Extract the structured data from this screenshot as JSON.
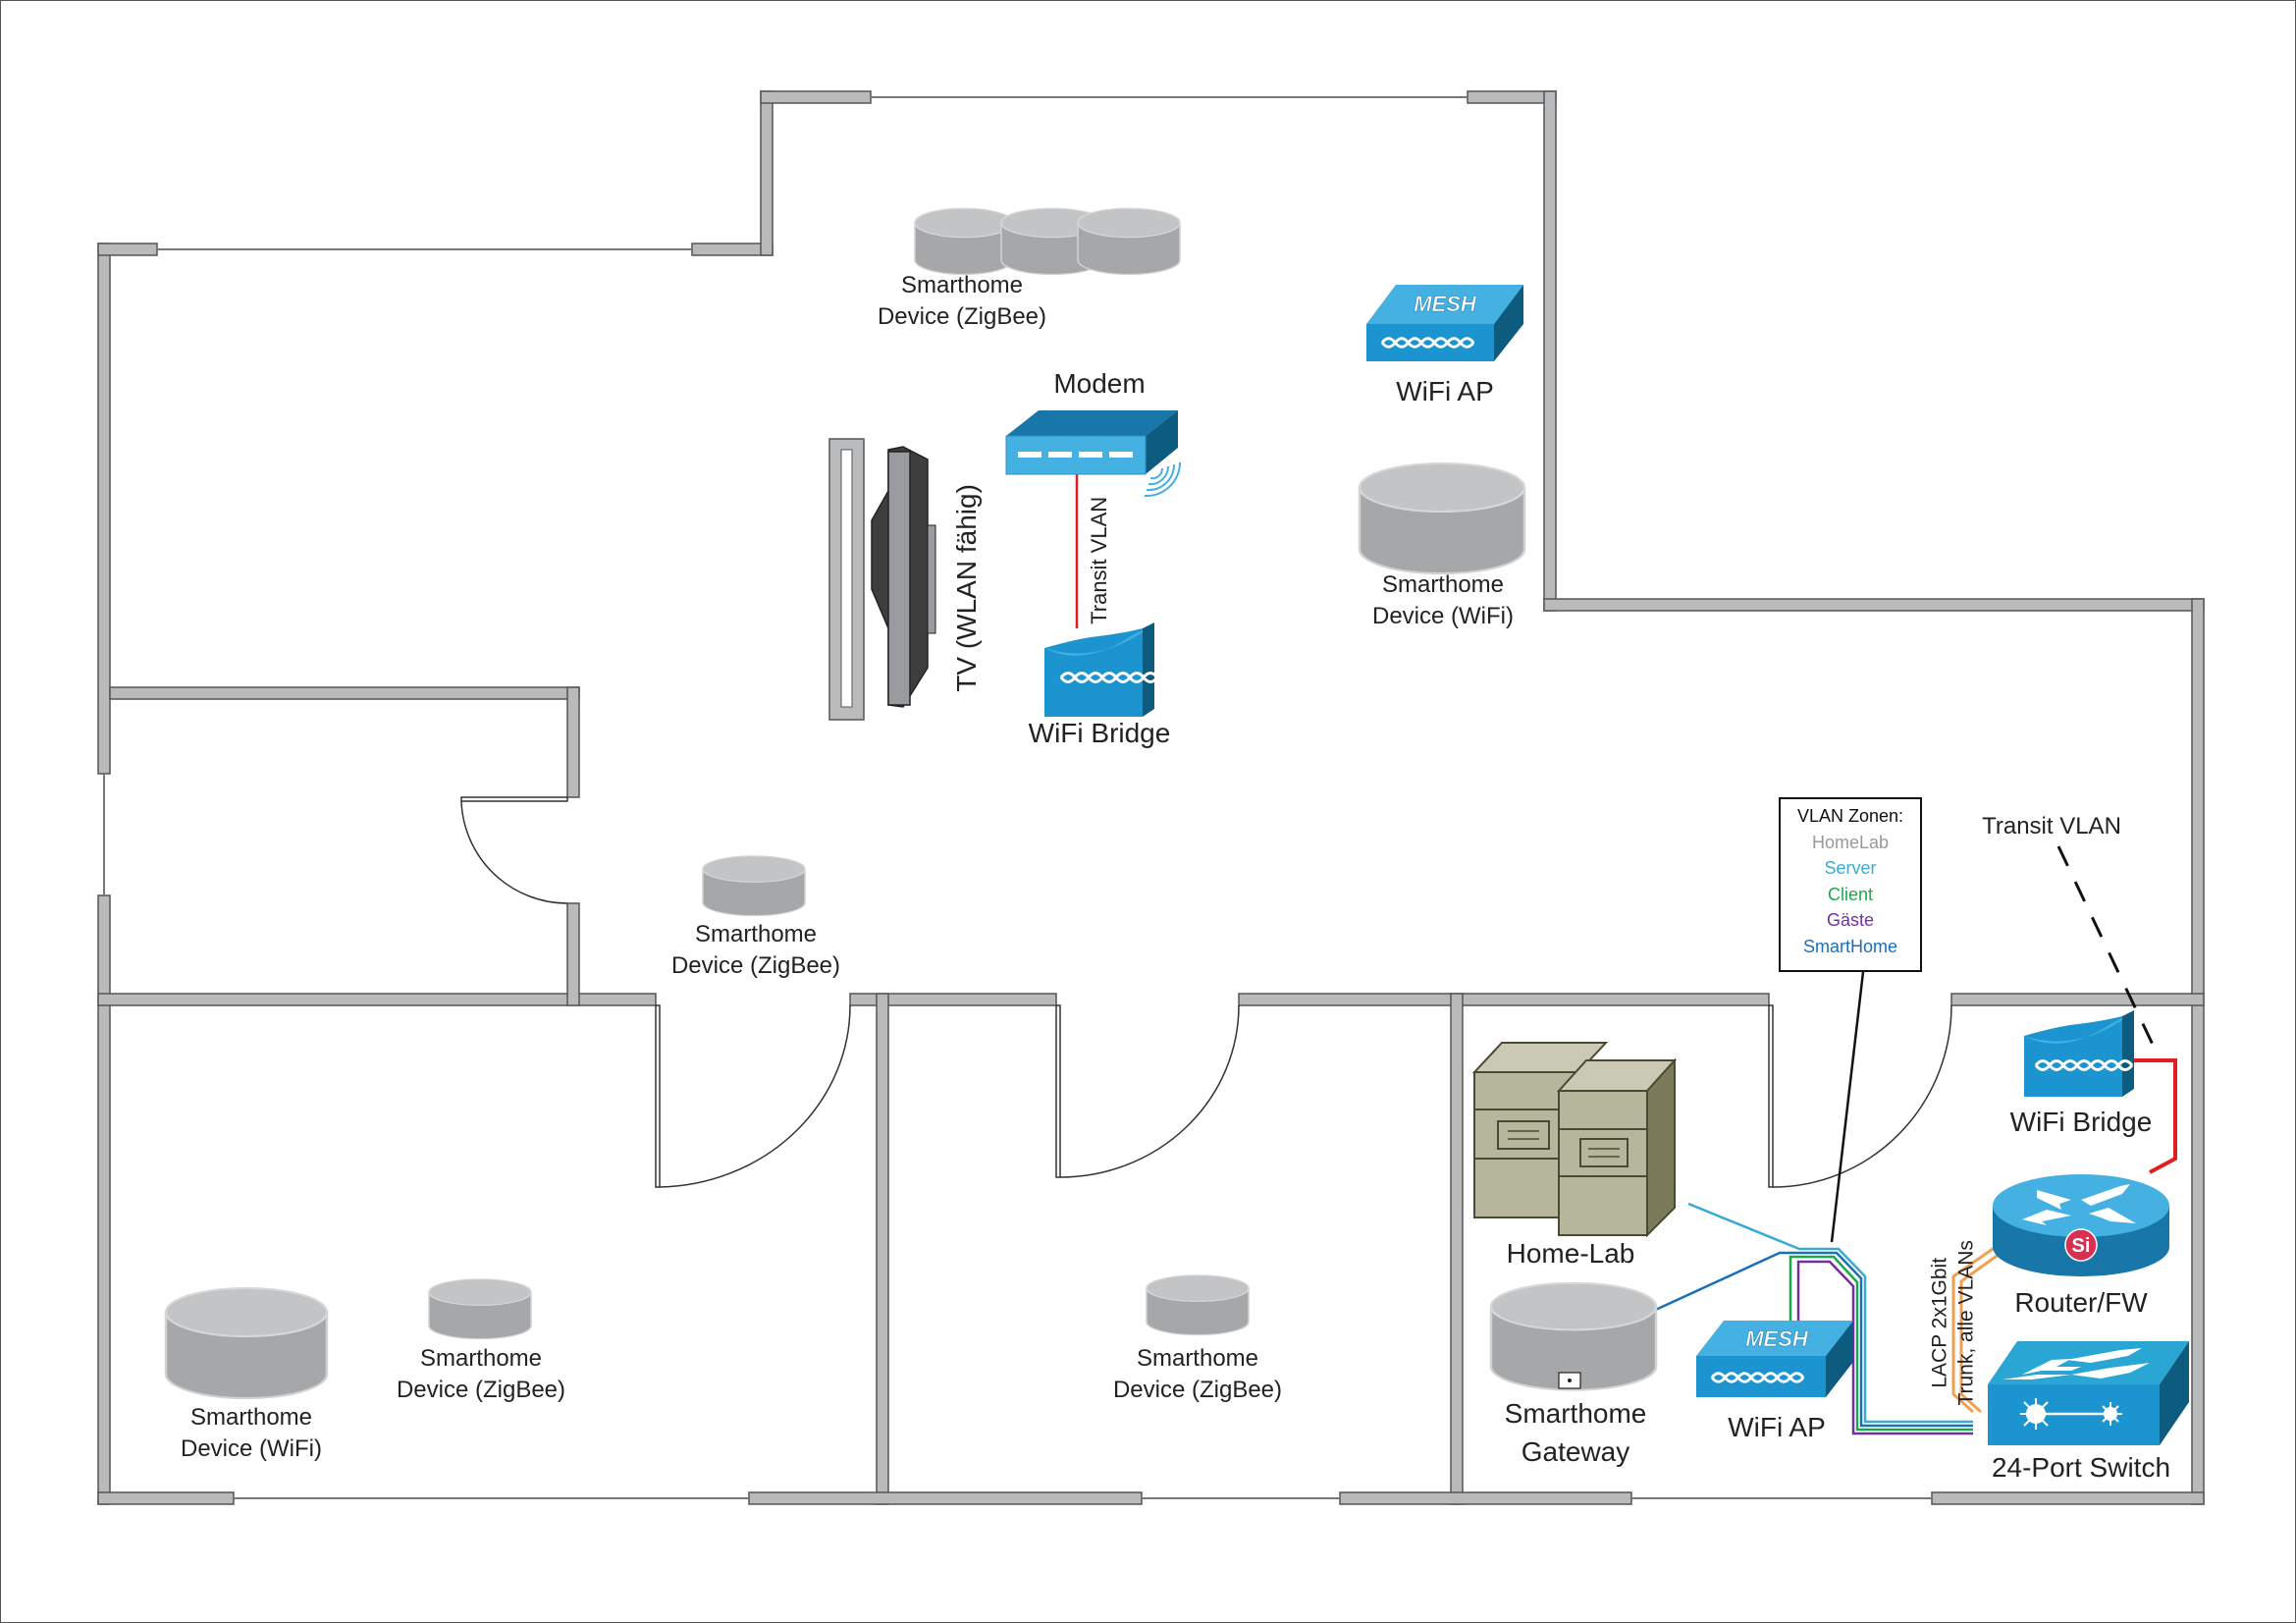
{
  "diagram": {
    "title": "Home network floor plan",
    "colors": {
      "wall": "#b9babc",
      "wall_outline": "#555555",
      "device_blue": "#1b94d0",
      "device_blue_top": "#45b1e2",
      "device_blue_side": "#0d5c80",
      "server_face": "#b6b69c",
      "server_top": "#c9c9b4",
      "server_side": "#7b7b5c",
      "cylinder_top": "#c3c4c6",
      "cylinder_side": "#a6a7a9",
      "transit_vlan": "#e02020",
      "lacp_trunk": "#f0a050",
      "vlan_homelab": "#999999",
      "vlan_server": "#39a9d6",
      "vlan_client": "#1aa84a",
      "vlan_gaeste": "#7030a0",
      "vlan_smarthome": "#1a6fb8"
    },
    "devices": {
      "modem": {
        "label": "Modem"
      },
      "wifi_bridge_top": {
        "label": "WiFi Bridge"
      },
      "wifi_ap_top": {
        "label": "WiFi AP",
        "badge": "MESH"
      },
      "tv": {
        "label": "TV (WLAN fähig)"
      },
      "transit_vlan_top": {
        "label": "Transit VLAN"
      },
      "zigbee_top": {
        "line1": "Smarthome",
        "line2": "Device (ZigBee)"
      },
      "wifi_dev_main": {
        "line1": "Smarthome",
        "line2": "Device (WiFi)"
      },
      "zigbee_hall": {
        "line1": "Smarthome",
        "line2": "Device (ZigBee)"
      },
      "wifi_dev_room1": {
        "line1": "Smarthome",
        "line2": "Device (WiFi)"
      },
      "zigbee_room1": {
        "line1": "Smarthome",
        "line2": "Device (ZigBee)"
      },
      "zigbee_room2": {
        "line1": "Smarthome",
        "line2": "Device (ZigBee)"
      },
      "homelab": {
        "label": "Home-Lab"
      },
      "gateway": {
        "line1": "Smarthome",
        "line2": "Gateway"
      },
      "wifi_ap_room3": {
        "label": "WiFi AP",
        "badge": "MESH"
      },
      "wifi_bridge_room3": {
        "label": "WiFi Bridge"
      },
      "router": {
        "label": "Router/FW",
        "badge": "Si"
      },
      "switch": {
        "label": "24-Port Switch"
      },
      "transit_vlan_right": {
        "label": "Transit VLAN"
      },
      "lacp": {
        "line1": "LACP 2x1Gbit",
        "line2": "Trunk, alle VLANs"
      }
    },
    "vlan_legend": {
      "title": "VLAN Zonen:",
      "zones": [
        {
          "name": "HomeLab",
          "color": "#999999"
        },
        {
          "name": "Server",
          "color": "#39a9d6"
        },
        {
          "name": "Client",
          "color": "#1aa84a"
        },
        {
          "name": "Gäste",
          "color": "#7030a0"
        },
        {
          "name": "SmartHome",
          "color": "#1a6fb8"
        }
      ]
    }
  }
}
